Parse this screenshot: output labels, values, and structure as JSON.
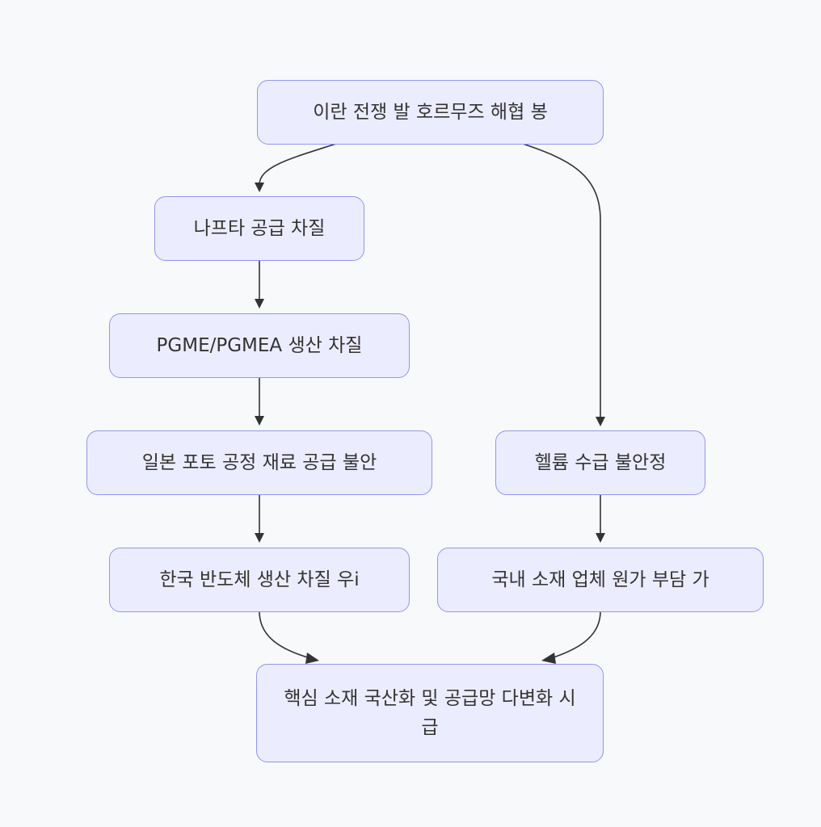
{
  "diagram": {
    "type": "flowchart",
    "direction": "top-down",
    "colors": {
      "background": "#f8f9fb",
      "node_fill": "#ececff",
      "node_border": "#9494f0",
      "text": "#333333",
      "edge": "#333333"
    },
    "nodes": {
      "hormuz": {
        "label": "이란 전쟁 발 호르무즈 해협 봉"
      },
      "naphtha": {
        "label": "나프타 공급 차질"
      },
      "pgme": {
        "label": "PGME/PGMEA 생산 차질"
      },
      "japan": {
        "label": "일본 포토 공정 재료 공급 불안"
      },
      "helium": {
        "label": "헬륨 수급 불안정"
      },
      "korea": {
        "label": "한국 반도체 생산 차질 우i"
      },
      "cost": {
        "label": "국내 소재 업체 원가 부담 가"
      },
      "result": {
        "label": "핵심 소재 국산화 및 공급망 다변화 시급"
      }
    },
    "edges": [
      {
        "from": "hormuz",
        "to": "naphtha"
      },
      {
        "from": "hormuz",
        "to": "helium"
      },
      {
        "from": "naphtha",
        "to": "pgme"
      },
      {
        "from": "pgme",
        "to": "japan"
      },
      {
        "from": "japan",
        "to": "korea"
      },
      {
        "from": "helium",
        "to": "cost"
      },
      {
        "from": "korea",
        "to": "result"
      },
      {
        "from": "cost",
        "to": "result"
      }
    ]
  }
}
